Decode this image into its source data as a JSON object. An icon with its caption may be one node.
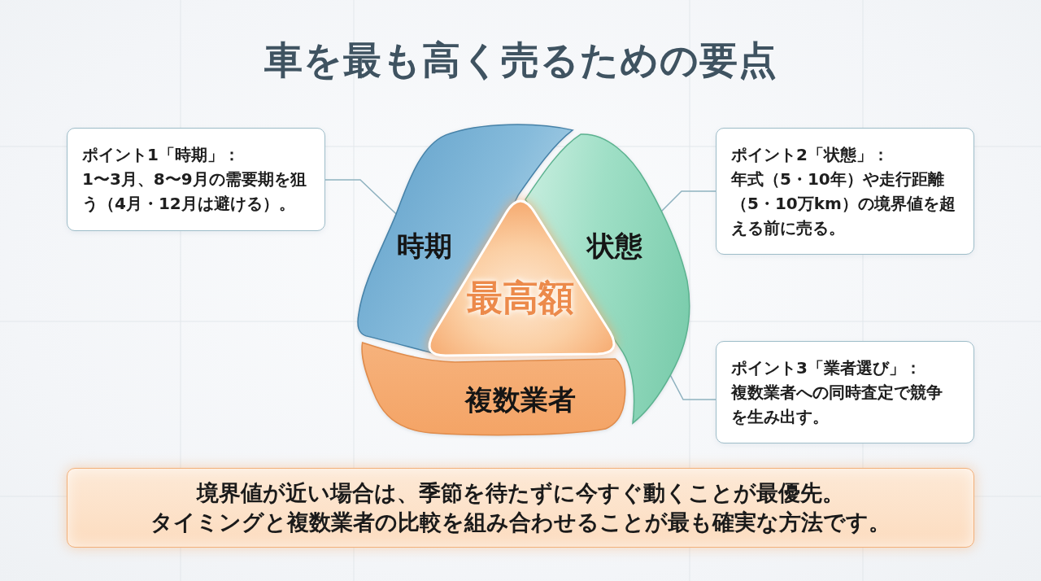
{
  "diagram": {
    "title": "車を最も高く売るための要点",
    "nodes": [
      {
        "text": [
          "ポイント1「時期」：",
          "1〜3月、8〜9月の需要期を狙う（4月・12月は避ける）。"
        ]
      },
      {
        "text": [
          "ポイント2「状態」：",
          "年式（5・10年）や走行距離（5・10万km）の境界値を超える前に売る。"
        ]
      },
      {
        "text": [
          "時期"
        ]
      },
      {
        "text": [
          "状態"
        ]
      },
      {
        "text": [
          "最高額"
        ]
      },
      {
        "text": [
          "複数業者"
        ]
      },
      {
        "text": [
          "ポイント3「業者選び」：",
          "複数業者への同時査定で競争を生み出す。"
        ]
      },
      {
        "text": [
          "境界値が近い場合は、季節を待たずに今すぐ動くことが最優先。",
          "タイミングと複数業者の比較を組み合わせることが最も確実な方法です。"
        ]
      }
    ],
    "edges": [
      {
        "from": 0,
        "to": 2,
        "arrow": "none"
      },
      {
        "from": 1,
        "to": 3,
        "arrow": "none"
      },
      {
        "from": 6,
        "to": 3,
        "arrow": "none"
      }
    ]
  }
}
